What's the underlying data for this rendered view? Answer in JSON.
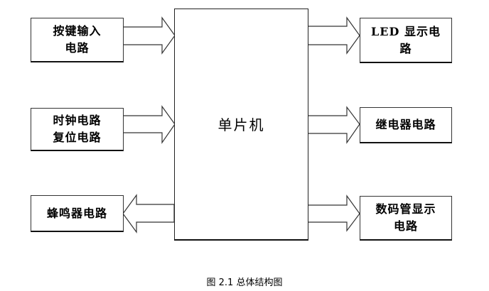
{
  "diagram": {
    "central_block": {
      "label": "单片机"
    },
    "input_blocks": [
      {
        "label_line1": "按键输入",
        "label_line2": "电路",
        "direction": "to-mcu"
      },
      {
        "label_line1": "时钟电路",
        "label_line2": "复位电路",
        "direction": "to-mcu"
      },
      {
        "label_line1": "蜂鸣器电路",
        "label_line2": "",
        "direction": "from-mcu"
      }
    ],
    "output_blocks": [
      {
        "label_line1": "LED 显示电",
        "label_line2": "路",
        "direction": "from-mcu"
      },
      {
        "label_line1": "继电器电路",
        "label_line2": "",
        "direction": "from-mcu"
      },
      {
        "label_line1": "数码管显示",
        "label_line2": "电路",
        "direction": "from-mcu"
      }
    ],
    "caption": "图 2.1 总体结构图"
  }
}
